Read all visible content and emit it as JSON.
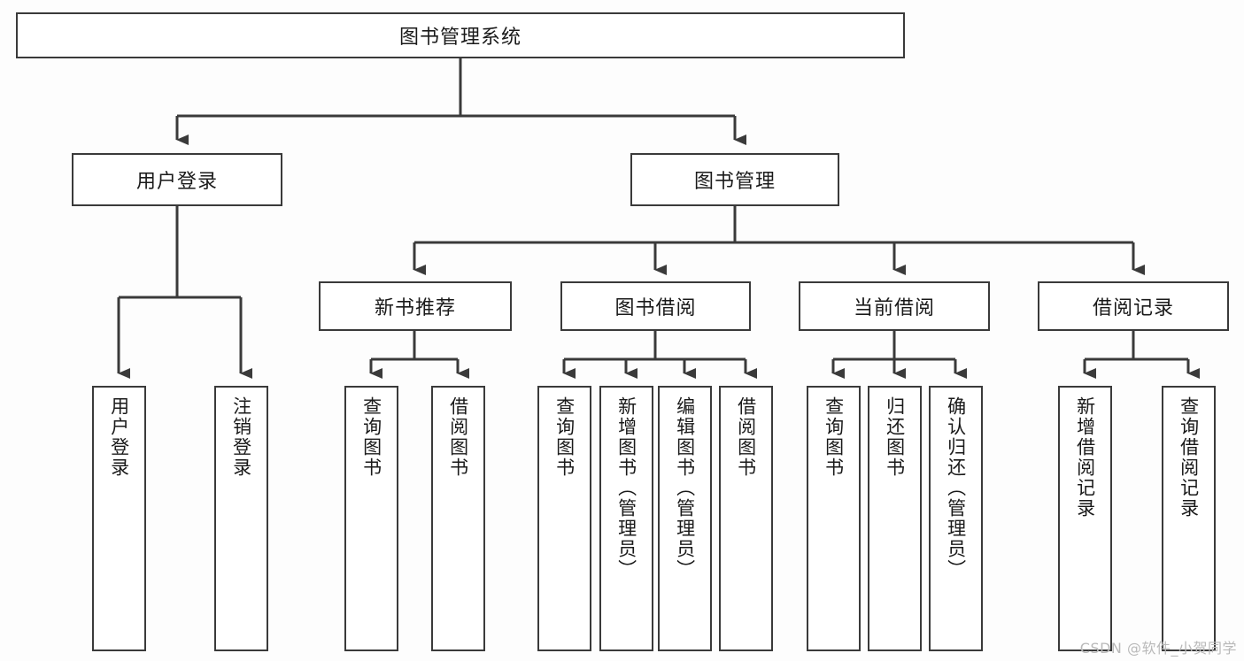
{
  "diagram": {
    "title": "图书管理系统",
    "type": "tree",
    "watermark": "CSDN @软件_小贺同学",
    "colors": {
      "background": "#fdfdfd",
      "node_fill": "#ffffff",
      "node_border": "#3a3a3a",
      "connector": "#3a3a3a",
      "text": "#1a1a1a",
      "watermark": "#b9b9b9"
    },
    "root": {
      "id": "root",
      "label": "图书管理系统",
      "orientation": "horizontal"
    },
    "level1": [
      {
        "id": "user-login",
        "label": "用户登录",
        "orientation": "horizontal"
      },
      {
        "id": "book-manage",
        "label": "图书管理",
        "orientation": "horizontal"
      }
    ],
    "level2": [
      {
        "id": "new-book-rec",
        "label": "新书推荐",
        "parent": "book-manage",
        "orientation": "horizontal"
      },
      {
        "id": "book-borrow",
        "label": "图书借阅",
        "parent": "book-manage",
        "orientation": "horizontal"
      },
      {
        "id": "current-borrow",
        "label": "当前借阅",
        "parent": "book-manage",
        "orientation": "horizontal"
      },
      {
        "id": "borrow-record",
        "label": "借阅记录",
        "parent": "book-manage",
        "orientation": "horizontal"
      }
    ],
    "leaves": [
      {
        "id": "leaf-user-login",
        "label": "用户登录",
        "parent": "user-login",
        "orientation": "vertical"
      },
      {
        "id": "leaf-user-logout",
        "label": "注销登录",
        "parent": "user-login",
        "orientation": "vertical"
      },
      {
        "id": "leaf-query-book-1",
        "label": "查询图书",
        "parent": "new-book-rec",
        "orientation": "vertical"
      },
      {
        "id": "leaf-borrow-book-1",
        "label": "借阅图书",
        "parent": "new-book-rec",
        "orientation": "vertical"
      },
      {
        "id": "leaf-query-book-2",
        "label": "查询图书",
        "parent": "book-borrow",
        "orientation": "vertical"
      },
      {
        "id": "leaf-add-book",
        "label": "新增图书（管理员）",
        "parent": "book-borrow",
        "orientation": "vertical"
      },
      {
        "id": "leaf-edit-book",
        "label": "编辑图书（管理员）",
        "parent": "book-borrow",
        "orientation": "vertical"
      },
      {
        "id": "leaf-borrow-book-2",
        "label": "借阅图书",
        "parent": "book-borrow",
        "orientation": "vertical"
      },
      {
        "id": "leaf-query-book-3",
        "label": "查询图书",
        "parent": "current-borrow",
        "orientation": "vertical"
      },
      {
        "id": "leaf-return-book",
        "label": "归还图书",
        "parent": "current-borrow",
        "orientation": "vertical"
      },
      {
        "id": "leaf-confirm-return",
        "label": "确认归还（管理员）",
        "parent": "current-borrow",
        "orientation": "vertical"
      },
      {
        "id": "leaf-add-record",
        "label": "新增借阅记录",
        "parent": "borrow-record",
        "orientation": "vertical"
      },
      {
        "id": "leaf-query-record",
        "label": "查询借阅记录",
        "parent": "borrow-record",
        "orientation": "vertical"
      }
    ]
  }
}
